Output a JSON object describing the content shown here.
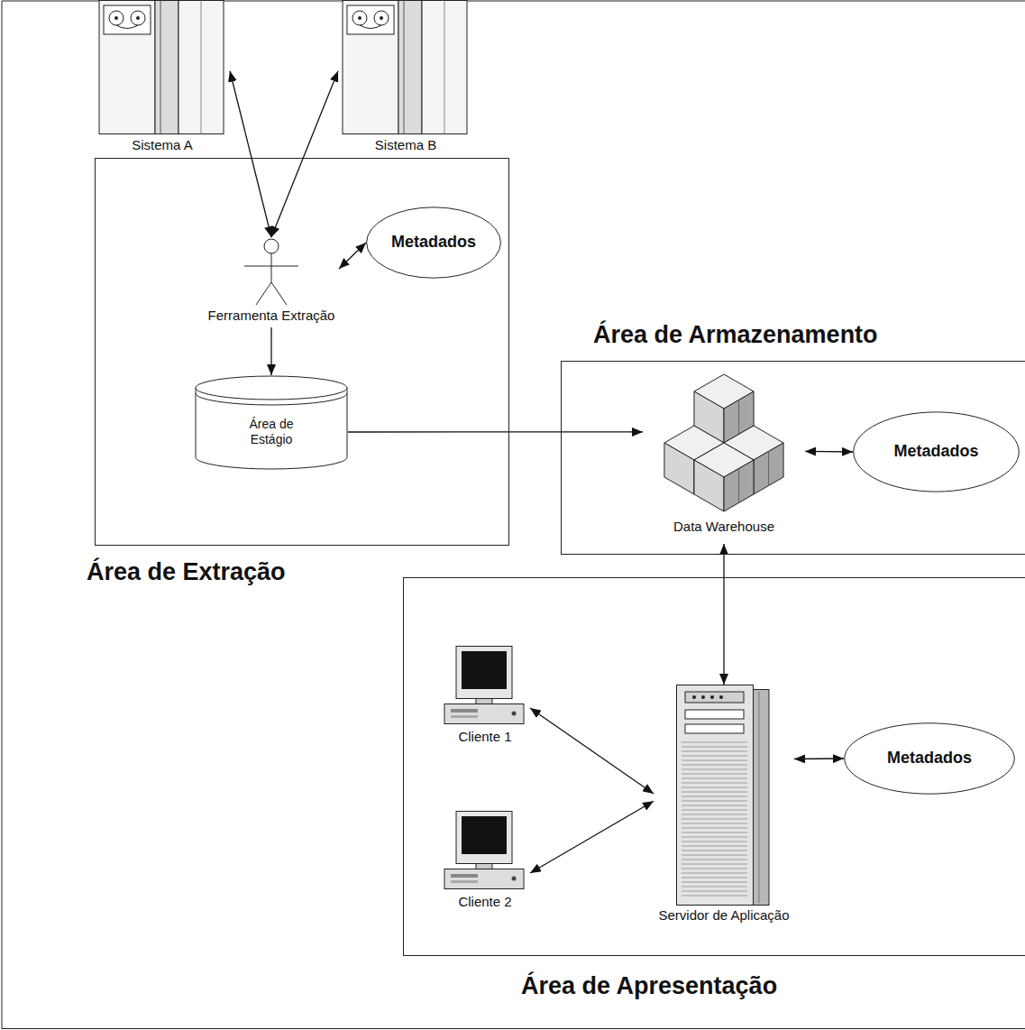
{
  "diagram": {
    "nodes": [
      {
        "text": [
          "Sistema A"
        ]
      },
      {
        "text": [
          "Sistema B"
        ]
      },
      {
        "text": [
          "Área de Extração"
        ]
      },
      {
        "text": [
          "Ferramenta Extração"
        ],
        "in": 2
      },
      {
        "text": [
          "Metadados"
        ],
        "in": 2
      },
      {
        "text": [
          "Área de Estágio"
        ],
        "in": 2
      },
      {
        "text": [
          "Área de Armazenamento"
        ]
      },
      {
        "text": [
          "Data Warehouse"
        ],
        "in": 6
      },
      {
        "text": [
          "Metadados"
        ],
        "in": 6
      },
      {
        "text": [
          "Área de Apresentação"
        ]
      },
      {
        "text": [
          "Cliente 1"
        ],
        "in": 9
      },
      {
        "text": [
          "Cliente 2"
        ],
        "in": 9
      },
      {
        "text": [
          "Servidor de Aplicação"
        ],
        "in": 9
      },
      {
        "text": [
          "Metadados"
        ],
        "in": 9
      }
    ],
    "edges": [
      {
        "from": 0,
        "to": 3,
        "arrow": "both"
      },
      {
        "from": 1,
        "to": 3,
        "arrow": "both"
      },
      {
        "from": 3,
        "to": 4,
        "arrow": "both"
      },
      {
        "from": 3,
        "to": 5,
        "arrow": "to"
      },
      {
        "from": 5,
        "to": 7,
        "arrow": "to"
      },
      {
        "from": 7,
        "to": 8,
        "arrow": "both"
      },
      {
        "from": 7,
        "to": 12,
        "arrow": "both"
      },
      {
        "from": 10,
        "to": 12,
        "arrow": "both"
      },
      {
        "from": 11,
        "to": 12,
        "arrow": "both"
      },
      {
        "from": 12,
        "to": 13,
        "arrow": "both"
      }
    ]
  }
}
